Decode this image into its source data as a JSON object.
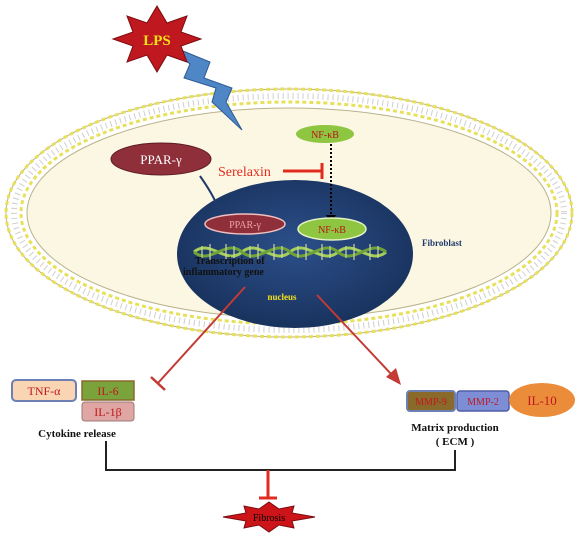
{
  "labels": {
    "lps": "LPS",
    "nfkb_cytoplasm": "NF-κB",
    "ppar_cytoplasm": "PPAR-γ",
    "serelaxin": "Serelaxin",
    "ppar_nucleus": "PPAR-γ",
    "nfkb_nucleus": "NF-κB",
    "transcription_line1": "Transcription of",
    "transcription_line2": "inflammatory gene",
    "fibroblast": "Fibroblast",
    "nucleus": "nucleus",
    "tnf": "TNF-α",
    "il6": "IL-6",
    "il1b": "IL-1β",
    "cytokine_release": "Cytokine release",
    "mmp9": "MMP-9",
    "mmp2": "MMP-2",
    "il10": "IL-10",
    "matrix_line1": "Matrix production",
    "matrix_line2": "( ECM )",
    "fibrosis": "Fibrosis"
  },
  "colors": {
    "lps_star": "#c0181f",
    "lps_text": "#f5e11a",
    "lightning": "#4f86c6",
    "cell_fill": "#fcf7e3",
    "membrane": "#e8e05a",
    "nucleus": "#1f3a6b",
    "ppar_fill": "#8e2f3a",
    "nfkb_fill": "#8ec641",
    "inhibit_red": "#e12b1f",
    "activate_red": "#c43a34",
    "tnf_fill": "#f9d5b4",
    "il6_fill": "#7aa33b",
    "il1b_fill": "#dfa6a3",
    "mmp9_fill": "#8a6a2b",
    "mmp2_fill": "#7e8ed6",
    "il10_fill": "#ea8c3a",
    "fibrosis_star": "#cc1419"
  }
}
